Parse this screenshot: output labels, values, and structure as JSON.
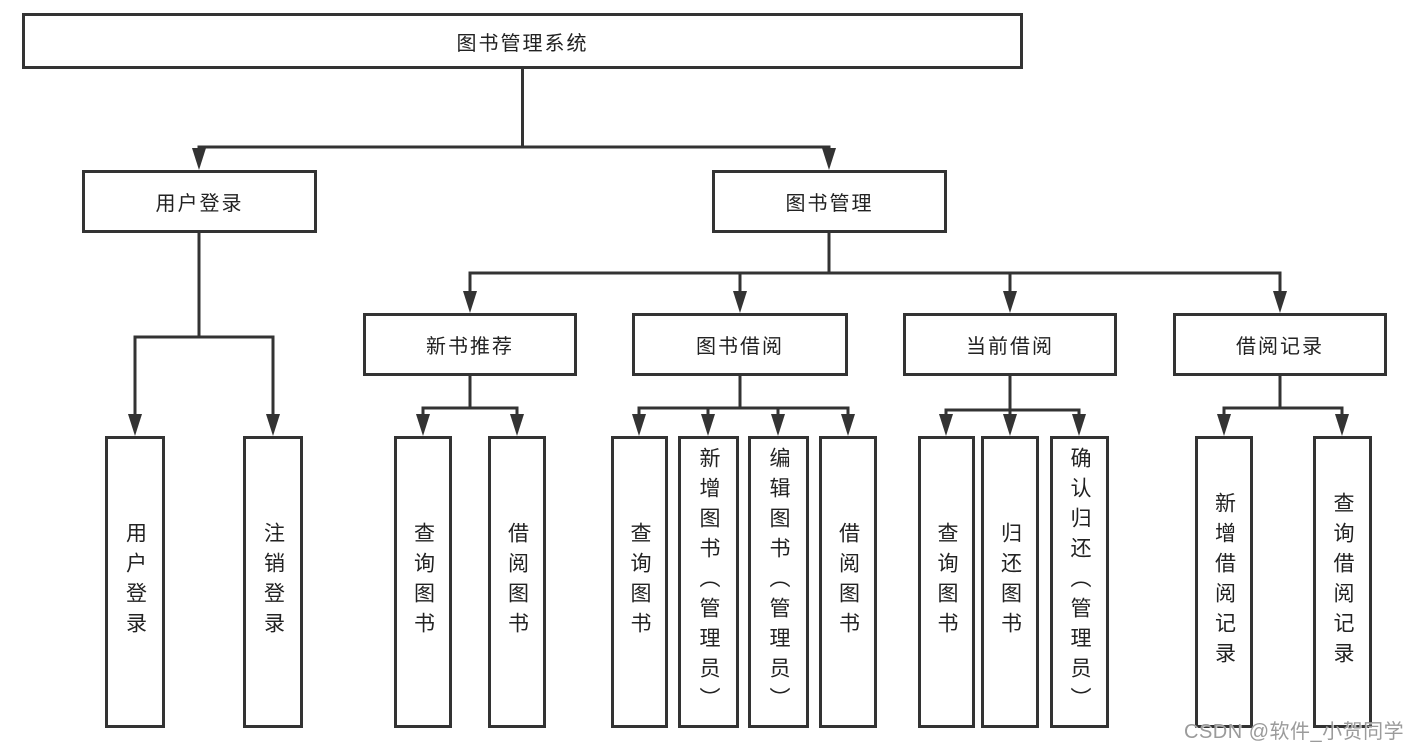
{
  "tree": {
    "label": "图书管理系统",
    "children": [
      {
        "label": "用户登录",
        "children": [
          {
            "label": "用户登录"
          },
          {
            "label": "注销登录"
          }
        ]
      },
      {
        "label": "图书管理",
        "children": [
          {
            "label": "新书推荐",
            "children": [
              {
                "label": "查询图书"
              },
              {
                "label": "借阅图书"
              }
            ]
          },
          {
            "label": "图书借阅",
            "children": [
              {
                "label": "查询图书"
              },
              {
                "label": "新增图书（管理员）"
              },
              {
                "label": "编辑图书（管理员）"
              },
              {
                "label": "借阅图书"
              }
            ]
          },
          {
            "label": "当前借阅",
            "children": [
              {
                "label": "查询图书"
              },
              {
                "label": "归还图书"
              },
              {
                "label": "确认归还（管理员）"
              }
            ]
          },
          {
            "label": "借阅记录",
            "children": [
              {
                "label": "新增借阅记录"
              },
              {
                "label": "查询借阅记录"
              }
            ]
          }
        ]
      }
    ]
  },
  "watermark": "CSDN @软件_小贺同学",
  "colors": {
    "line": "#333333",
    "box_border": "#333333",
    "box_fill": "#ffffff",
    "text": "#222222",
    "watermark": "#9b9b9b",
    "background": "#ffffff"
  }
}
